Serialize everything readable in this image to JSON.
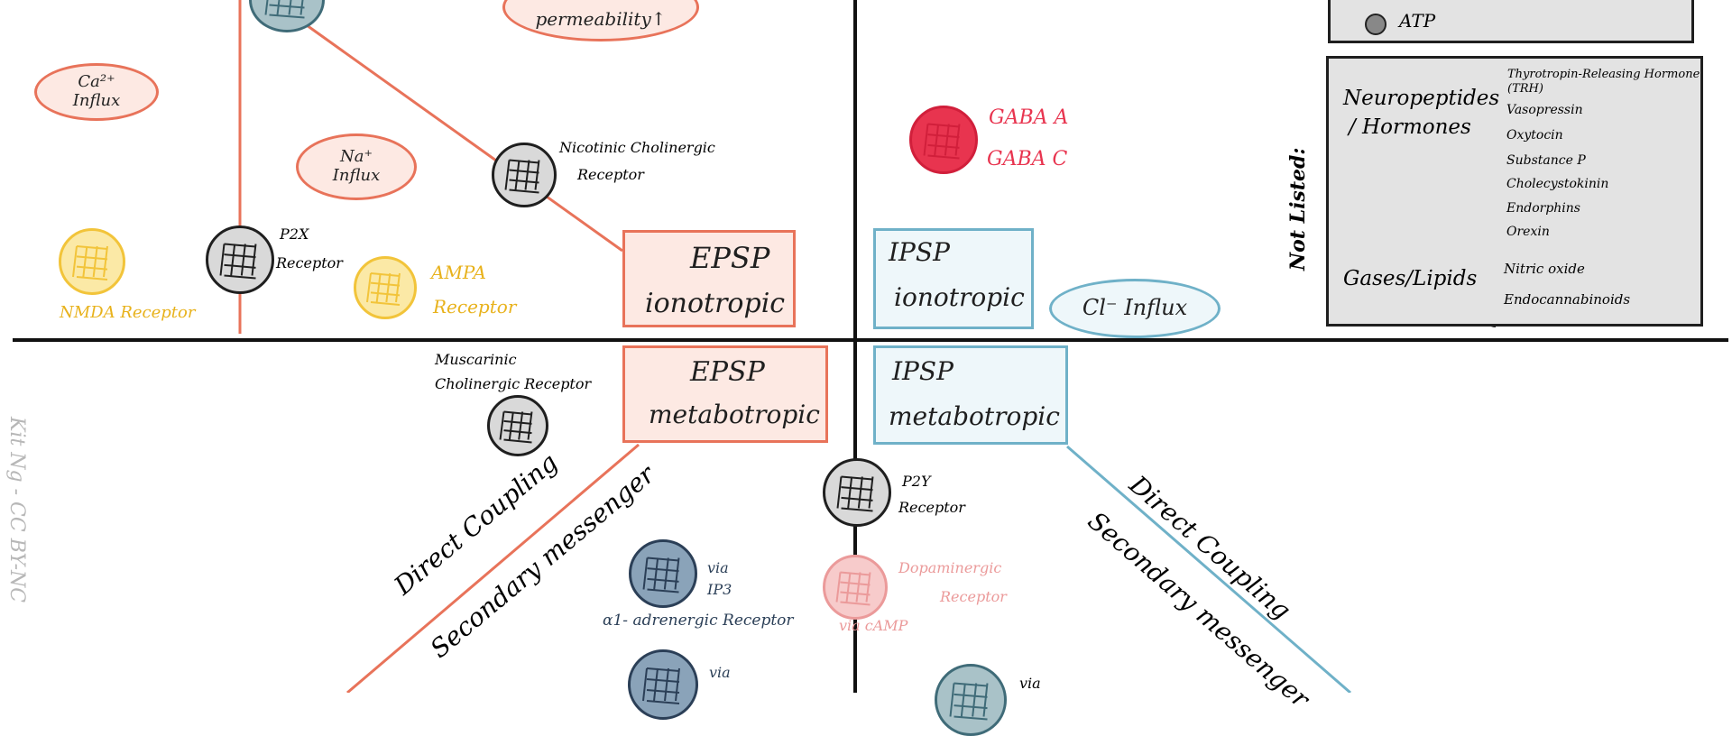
{
  "labels": {
    "permeability": "permeability↑",
    "atp": "ATP",
    "ca_influx_1": "Ca²⁺",
    "ca_influx_2": "Influx",
    "na_influx_1": "Na⁺",
    "na_influx_2": "Influx",
    "cl_influx": "Cl⁻ Influx",
    "nicotinic_1": "Nicotinic Cholinergic",
    "nicotinic_2": "Receptor",
    "p2x_1": "P2X",
    "p2x_2": "Receptor",
    "nmda": "NMDA Receptor",
    "ampa_1": "AMPA",
    "ampa_2": "Receptor",
    "gaba_a": "GABA A",
    "gaba_c": "GABA C",
    "epsp_iono_1": "EPSP",
    "epsp_iono_2": "ionotropic",
    "ipsp_iono_1": "IPSP",
    "ipsp_iono_2": "ionotropic",
    "epsp_meta_1": "EPSP",
    "epsp_meta_2": "metabotropic",
    "ipsp_meta_1": "IPSP",
    "ipsp_meta_2": "metabotropic",
    "muscarinic_1": "Muscarinic",
    "muscarinic_2": "Cholinergic Receptor",
    "p2y_1": "P2Y",
    "p2y_2": "Receptor",
    "dopaminergic_1": "Dopaminergic",
    "dopaminergic_2": "Receptor",
    "via_camp": "via cAMP",
    "via_ip3_1": "via",
    "via_ip3_2": "IP3",
    "alpha1": "α1- adrenergic Receptor",
    "via_bottom_left": "via",
    "via_bottom_right": "via",
    "direct_coupling_left": "Direct Coupling",
    "secondary_left": "Secondary messenger",
    "direct_coupling_right": "Direct Coupling",
    "secondary_right": "Secondary messenger",
    "not_listed": "Not Listed:",
    "neuropeptides_1": "Neuropeptides",
    "neuropeptides_2": "/ Hormones",
    "gases_lipids": "Gases/Lipids",
    "credit": "Kit Ng - CC BY-NC"
  },
  "neuropeptide_items": [
    "Thyrotropin-Releasing Hormone (TRH)",
    "Vasopressin",
    "Oxytocin",
    "Substance P",
    "Cholecystokinin",
    "Endorphins",
    "Orexin"
  ],
  "gas_items": [
    "Nitric oxide",
    "Endocannabinoids"
  ],
  "colors": {
    "excitatory": "#e8735a",
    "inhibitory": "#6fb1c8",
    "axis": "#111111"
  }
}
